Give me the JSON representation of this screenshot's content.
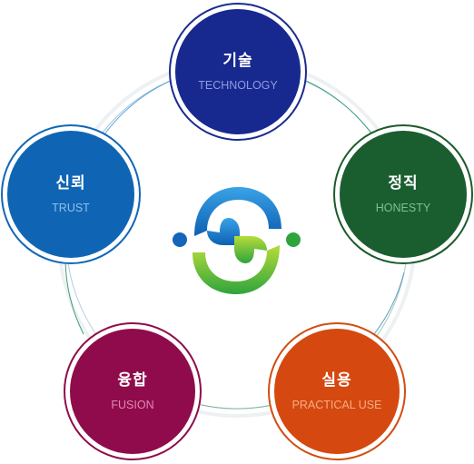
{
  "nodes": {
    "technology": {
      "ko": "기술",
      "en": "TECHNOLOGY"
    },
    "honesty": {
      "ko": "정직",
      "en": "HONESTY"
    },
    "trust": {
      "ko": "신뢰",
      "en": "TRUST"
    },
    "fusion": {
      "ko": "융합",
      "en": "FUSION"
    },
    "practical": {
      "ko": "실용",
      "en": "PRACTICAL USE"
    }
  },
  "colors": {
    "technology": "#17288f",
    "honesty": "#1a5e2f",
    "trust": "#0f65b3",
    "fusion": "#900b4c",
    "practical": "#d5480f",
    "logo_blue": "#1b7fd0",
    "logo_green": "#5cb82e"
  },
  "icons": {
    "center_logo": "blue-green-s-emblem-icon"
  }
}
